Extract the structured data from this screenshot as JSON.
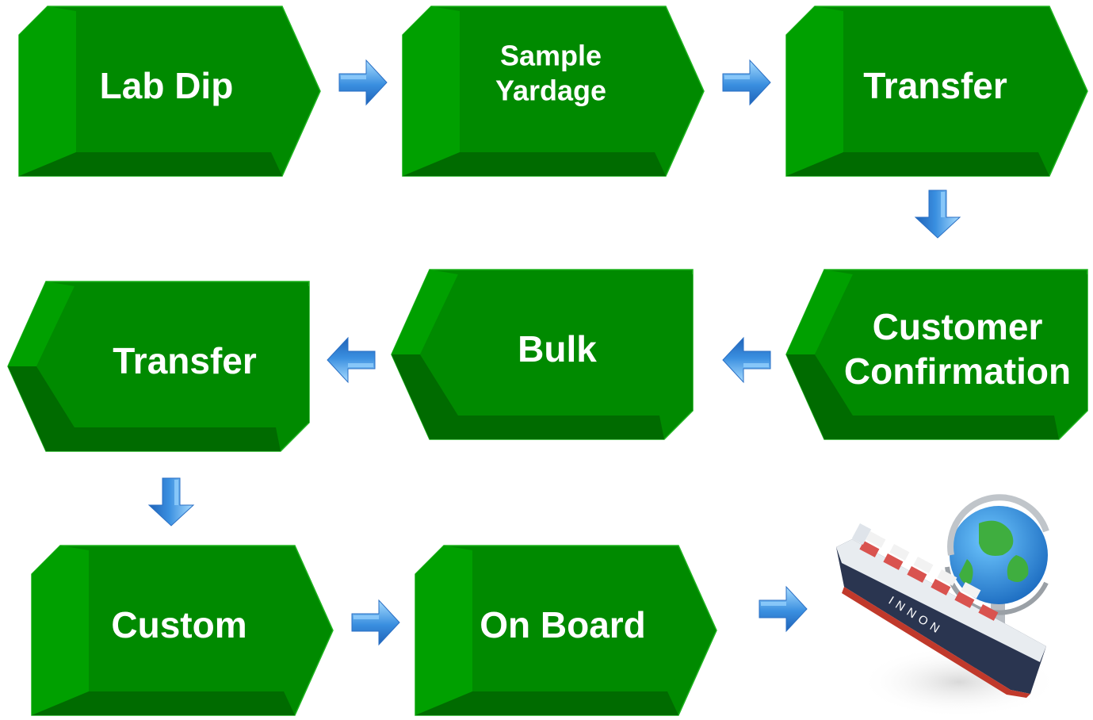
{
  "colors": {
    "box_face": "#008a00",
    "box_light": "#00a000",
    "box_dark": "#006b00",
    "box_edge": "#1fb41f",
    "arrow": "#3a8fe0",
    "arrow_light": "#9ad4ff",
    "label": "#ffffff"
  },
  "steps": [
    {
      "id": "lab-dip",
      "lines": [
        "Lab Dip"
      ]
    },
    {
      "id": "sample-yardage",
      "lines": [
        "Sample",
        "Yardage"
      ]
    },
    {
      "id": "transfer-1",
      "lines": [
        "Transfer"
      ]
    },
    {
      "id": "customer-confirmation",
      "lines": [
        "Customer",
        "Confirmation"
      ]
    },
    {
      "id": "bulk",
      "lines": [
        "Bulk"
      ]
    },
    {
      "id": "transfer-2",
      "lines": [
        "Transfer"
      ]
    },
    {
      "id": "custom",
      "lines": [
        "Custom"
      ]
    },
    {
      "id": "on-board",
      "lines": [
        "On Board"
      ]
    }
  ],
  "connectors": [
    {
      "from": "lab-dip",
      "to": "sample-yardage",
      "direction": "right"
    },
    {
      "from": "sample-yardage",
      "to": "transfer-1",
      "direction": "right"
    },
    {
      "from": "transfer-1",
      "to": "customer-confirmation",
      "direction": "down"
    },
    {
      "from": "customer-confirmation",
      "to": "bulk",
      "direction": "left"
    },
    {
      "from": "bulk",
      "to": "transfer-2",
      "direction": "left"
    },
    {
      "from": "transfer-2",
      "to": "custom",
      "direction": "down"
    },
    {
      "from": "custom",
      "to": "on-board",
      "direction": "right"
    },
    {
      "from": "on-board",
      "to": "shipping",
      "direction": "right"
    }
  ],
  "ship": {
    "hull_lettering": "INNON",
    "icon": "container-ship-globe-icon"
  }
}
